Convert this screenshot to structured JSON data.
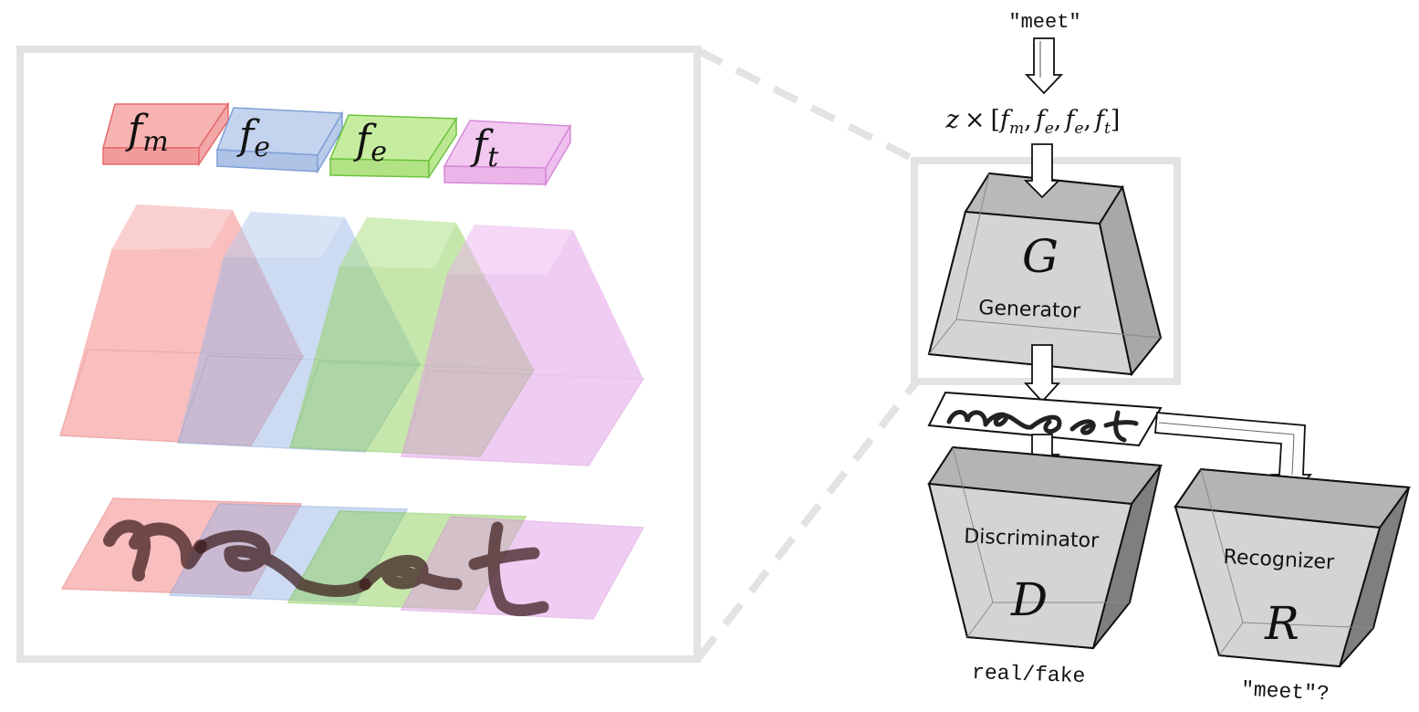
{
  "input_word": "\"meet\"",
  "latent": {
    "z_label": "z",
    "times": "×",
    "bracket_open": "[",
    "bracket_close": "]",
    "items": [
      "f",
      "f",
      "f",
      "f"
    ],
    "subscripts": [
      "m",
      "e",
      "e",
      "t"
    ],
    "separator": ","
  },
  "filters": {
    "labels": [
      "f",
      "f",
      "f",
      "f"
    ],
    "subscripts": [
      "m",
      "e",
      "e",
      "t"
    ],
    "colors": [
      "#f26d6d",
      "#7f9fd6",
      "#7ccf4e",
      "#d58ad8"
    ]
  },
  "generator": {
    "symbol": "G",
    "label": "Generator"
  },
  "discriminator": {
    "symbol": "D",
    "label": "Discriminator",
    "output": "real/fake"
  },
  "recognizer": {
    "symbol": "R",
    "label": "Recognizer",
    "output": "\"meet\"?"
  },
  "generated_word_image": "meet"
}
